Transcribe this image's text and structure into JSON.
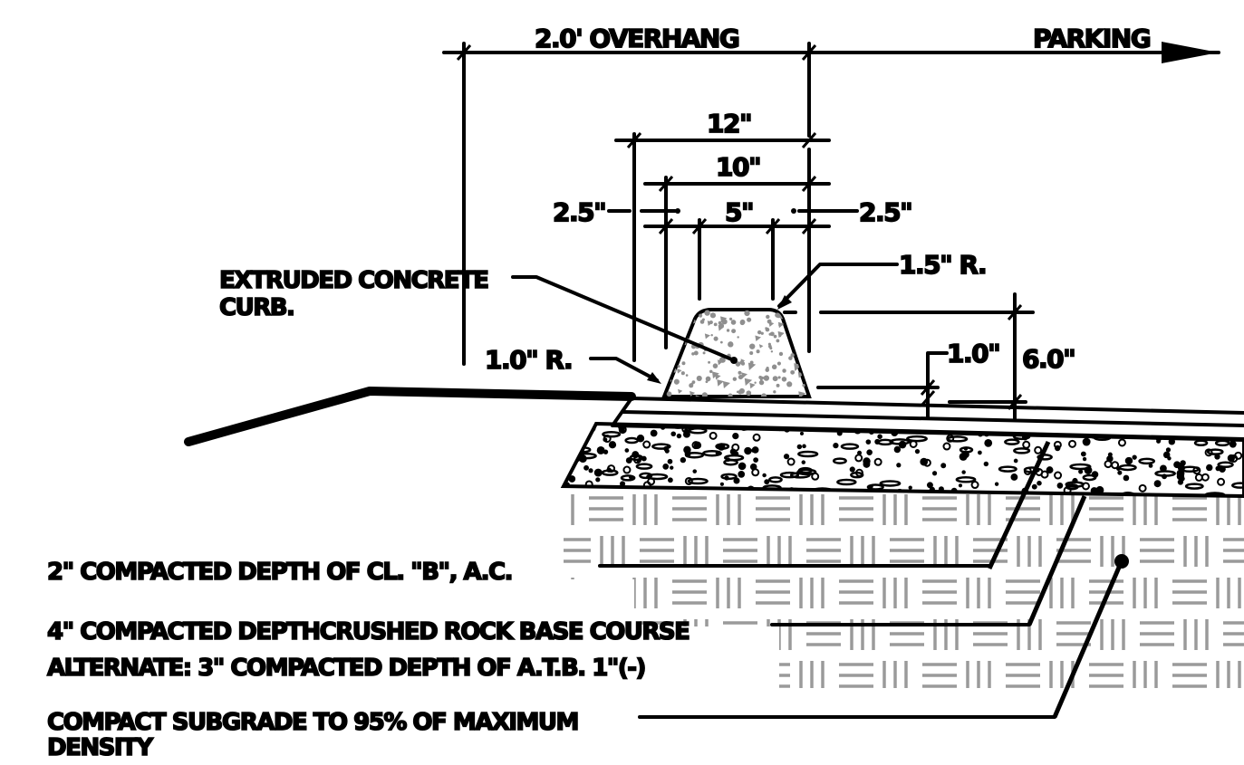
{
  "title": "",
  "colors": {
    "ink": "#000000",
    "hatch": "#9a9a9a",
    "concrete_speckle": "#9a9a9a",
    "background": "#ffffff"
  },
  "dimensions": {
    "overhang": "2.0' OVERHANG",
    "parking": "PARKING",
    "w12": "12\"",
    "w10": "10\"",
    "w5": "5\"",
    "left_offset": "2.5\"",
    "right_offset": "2.5\"",
    "top_radius": "1.5\" R.",
    "bottom_radius": "1.0\" R.",
    "embed": "1.0\"",
    "height": "6.0\""
  },
  "callouts": {
    "curb_line1": "EXTRUDED CONCRETE",
    "curb_line2": "CURB.",
    "asphalt": "2\" COMPACTED DEPTH OF CL. \"B\", A.C.",
    "base_line1": "4\" COMPACTED DEPTHCRUSHED ROCK BASE COURSE",
    "base_line2": "ALTERNATE: 3\" COMPACTED DEPTH OF A.T.B. 1\"(-)",
    "subgrade_line1": "COMPACT SUBGRADE TO 95% OF MAXIMUM",
    "subgrade_line2": "DENSITY"
  },
  "icons": {
    "arrow": "arrow-right-icon",
    "ticks": "dimension-tick-icon"
  }
}
